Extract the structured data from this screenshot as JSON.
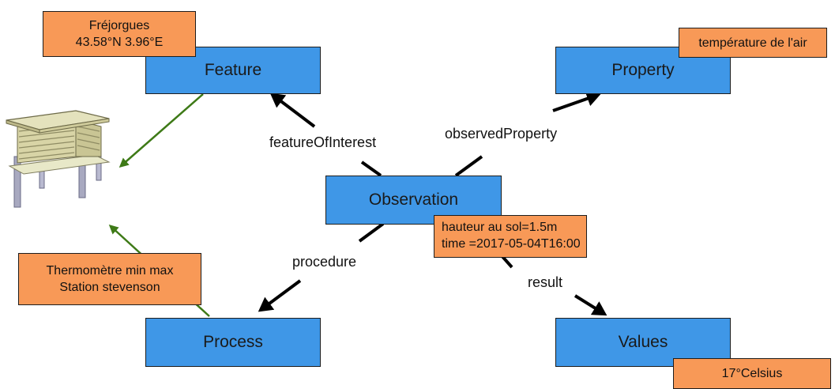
{
  "nodes": {
    "feature": "Feature",
    "property": "Property",
    "observation": "Observation",
    "process": "Process",
    "values": "Values"
  },
  "relations": {
    "feature_of_interest": "featureOfInterest",
    "observed_property": "observedProperty",
    "procedure": "procedure",
    "result": "result"
  },
  "notes": {
    "feature_lines": [
      "Fréjorgues",
      "43.58°N  3.96°E"
    ],
    "property_text": "température de l'air",
    "observation_lines": [
      "hauteur au sol=1.5m",
      "time =2017-05-04T16:00"
    ],
    "process_lines": [
      "Thermomètre min  max",
      "Station stevenson"
    ],
    "values_text": "17°Celsius"
  },
  "colors": {
    "node_fill": "#3f97e7",
    "note_fill": "#f89957",
    "link_green": "#3e7a17",
    "arrow": "#000000"
  },
  "icons": {
    "station": "stevenson-screen-icon"
  }
}
